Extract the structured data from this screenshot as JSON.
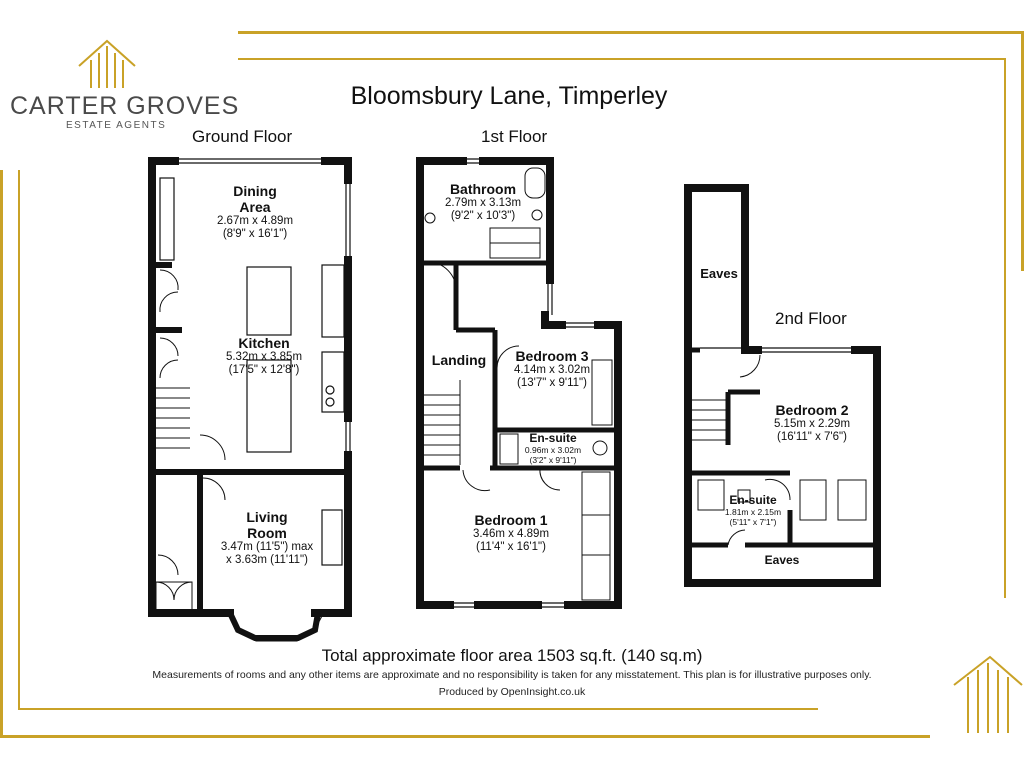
{
  "brand": {
    "name": "CARTER GROVES",
    "subtitle": "ESTATE AGENTS",
    "accent_color": "#c9a227",
    "logo_icon": "house-lines-icon"
  },
  "plan_title": "Bloomsbury Lane, Timperley",
  "floors": {
    "ground": {
      "label": "Ground Floor",
      "rooms": {
        "dining": {
          "name": "Dining\nArea",
          "dims_m": "2.67m x 4.89m",
          "dims_ft": "(8'9\" x 16'1\")"
        },
        "kitchen": {
          "name": "Kitchen",
          "dims_m": "5.32m x 3.85m",
          "dims_ft": "(17'5\" x 12'8\")"
        },
        "living": {
          "name": "Living\nRoom",
          "dims_m": "3.47m (11'5\") max",
          "dims_ft": "x 3.63m (11'11\")"
        }
      }
    },
    "first": {
      "label": "1st Floor",
      "rooms": {
        "bathroom": {
          "name": "Bathroom",
          "dims_m": "2.79m x 3.13m",
          "dims_ft": "(9'2\" x 10'3\")"
        },
        "landing": {
          "name": "Landing"
        },
        "bedroom3": {
          "name": "Bedroom 3",
          "dims_m": "4.14m x 3.02m",
          "dims_ft": "(13'7\" x 9'11\")"
        },
        "ensuite": {
          "name": "En-suite",
          "dims_m": "0.96m x 3.02m",
          "dims_ft": "(3'2\" x 9'11\")"
        },
        "bedroom1": {
          "name": "Bedroom 1",
          "dims_m": "3.46m x 4.89m",
          "dims_ft": "(11'4\" x 16'1\")"
        }
      }
    },
    "second": {
      "label": "2nd Floor",
      "rooms": {
        "eaves_top": {
          "name": "Eaves"
        },
        "bedroom2": {
          "name": "Bedroom 2",
          "dims_m": "5.15m x 2.29m",
          "dims_ft": "(16'11\" x 7'6\")"
        },
        "ensuite": {
          "name": "En-suite",
          "dims_m": "1.81m x 2.15m",
          "dims_ft": "(5'11\" x 7'1\")"
        },
        "eaves_bottom": {
          "name": "Eaves"
        }
      }
    }
  },
  "footer": {
    "total_area": "Total approximate floor area 1503 sq.ft. (140 sq.m)",
    "disclaimer": "Measurements of rooms and any other items are approximate and no responsibility is taken for any misstatement. This plan is for illustrative purposes only.",
    "produced_by": "Produced by OpenInsight.co.uk"
  }
}
